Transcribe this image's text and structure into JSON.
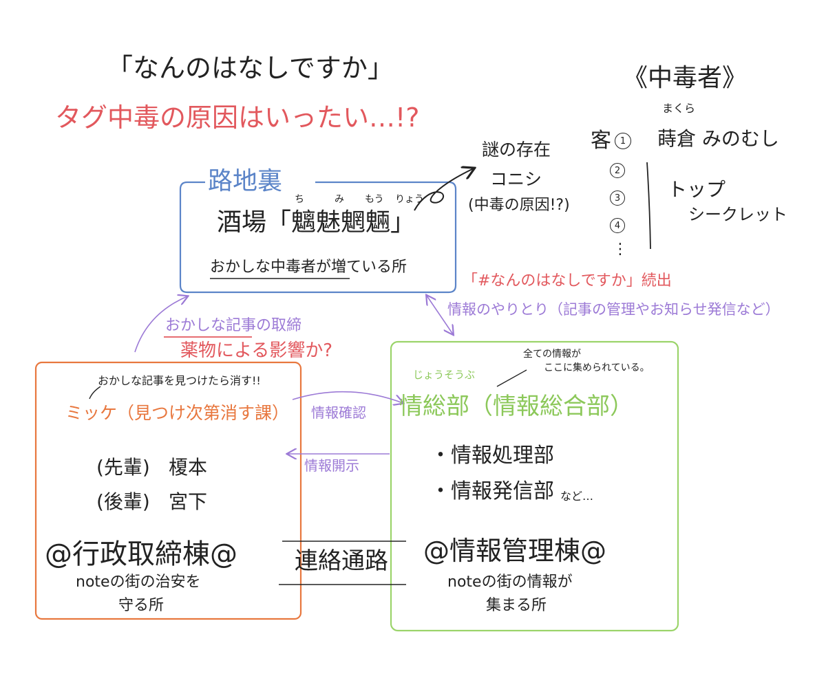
{
  "title": "「なんのはなしですか」",
  "subtitle": "タグ中毒の原因はいったい…!?",
  "addicts": {
    "heading": "《中毒者》",
    "ruby": "まくら",
    "customer_label": "客",
    "customers": [
      "1",
      "2",
      "3",
      "4"
    ],
    "first_name": "蒔倉 みのむし",
    "ellipsis": "⋮",
    "secret": [
      "トップ",
      "シークレット"
    ]
  },
  "alley": {
    "label": "路地裏",
    "bar_name": "酒場「魑魅魍魎」",
    "bar_ruby": [
      "ち",
      "み",
      "もう",
      "りょう"
    ],
    "description": "おかしな中毒者が増ている所"
  },
  "mystery": {
    "line1": "謎の存在",
    "name": "コニシ",
    "note": "(中毒の原因!?)"
  },
  "alley_to_info": {
    "warning": "「#なんのはなしですか」続出",
    "exchange": "情報のやりとり（記事の管理やお知らせ発信など）"
  },
  "alley_to_mikke": {
    "crackdown": "おかしな記事の取締",
    "suspicion": "薬物による影響か?"
  },
  "mikke": {
    "note": "おかしな記事を見つけたら消す!!",
    "name": "ミッケ（見つけ次第消す課）",
    "members": [
      {
        "role": "(先輩)",
        "name": "榎本"
      },
      {
        "role": "(後輩)",
        "name": "宮下"
      }
    ],
    "building": "@行政取締棟@",
    "description": [
      "noteの街の治安を",
      "守る所"
    ]
  },
  "links": {
    "confirm": "情報確認",
    "disclose": "情報開示",
    "corridor": "連絡通路"
  },
  "info_dept": {
    "ruby": "じょうそうぶ",
    "note": [
      "全ての情報が",
      "ここに集められている。"
    ],
    "name": "情総部（情報総合部）",
    "divisions": [
      "・情報処理部",
      "・情報発信部"
    ],
    "divisions_suffix": "など…",
    "building": "@情報管理棟@",
    "description": [
      "noteの街の情報が",
      "集まる所"
    ]
  },
  "colors": {
    "ink": "#222222",
    "red": "#e2585d",
    "blue": "#5b84c8",
    "orange": "#e8773e",
    "green": "#8cc85a",
    "purple": "#9c7ad6"
  }
}
